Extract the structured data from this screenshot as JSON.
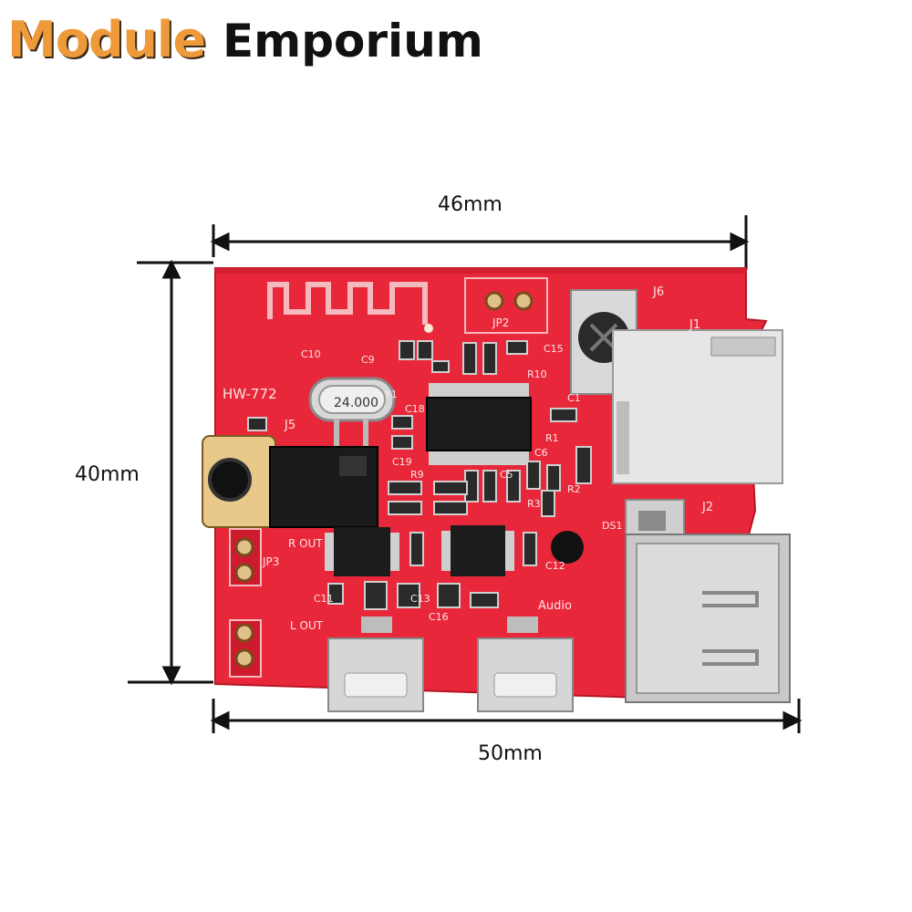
{
  "brand": {
    "part1": "Module",
    "part2": "Emporium"
  },
  "board": {
    "model_label": "HW-772",
    "crystal_label": "24.000"
  },
  "dimensions": {
    "top_width": "46mm",
    "height": "40mm",
    "bottom_width": "50mm"
  },
  "silkscreen": [
    "J5",
    "J6",
    "J1",
    "J2",
    "JP2",
    "JP3",
    "R OUT",
    "L OUT",
    "Audio",
    "C10",
    "C9",
    "C18",
    "C19",
    "R9",
    "C5",
    "C6",
    "R2",
    "R3",
    "R1",
    "C1",
    "R10",
    "C15",
    "C13",
    "C11",
    "C12",
    "C16",
    "Y1",
    "DS1"
  ],
  "colors": {
    "pcb": "#e8283a",
    "pcb_dark": "#c81a2c",
    "brand_orange": "#ef9a3a",
    "metal": "#c8c8c8"
  }
}
